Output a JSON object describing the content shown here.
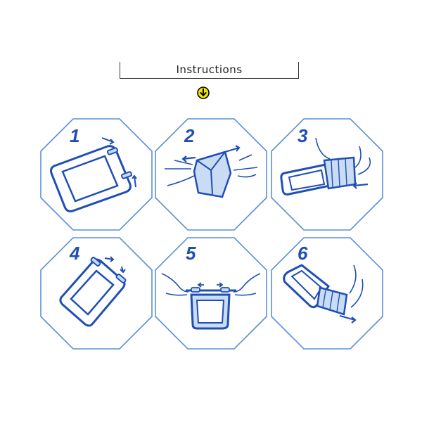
{
  "header": {
    "title": "Instructions",
    "arrow_icon": "down-arrow-icon"
  },
  "colors": {
    "outline": "#5b8fd8",
    "ink": "#1f4fb5",
    "fill": "#c9dcf3",
    "badge_fill": "#f5e400",
    "badge_border": "#000000"
  },
  "steps": [
    {
      "number": "1",
      "icon": "pouch-open-locks-icon"
    },
    {
      "number": "2",
      "icon": "pouch-open-top-icon"
    },
    {
      "number": "3",
      "icon": "insert-phone-icon"
    },
    {
      "number": "4",
      "icon": "pouch-close-locks-icon"
    },
    {
      "number": "5",
      "icon": "press-seal-icon"
    },
    {
      "number": "6",
      "icon": "slide-lock-icon"
    }
  ]
}
